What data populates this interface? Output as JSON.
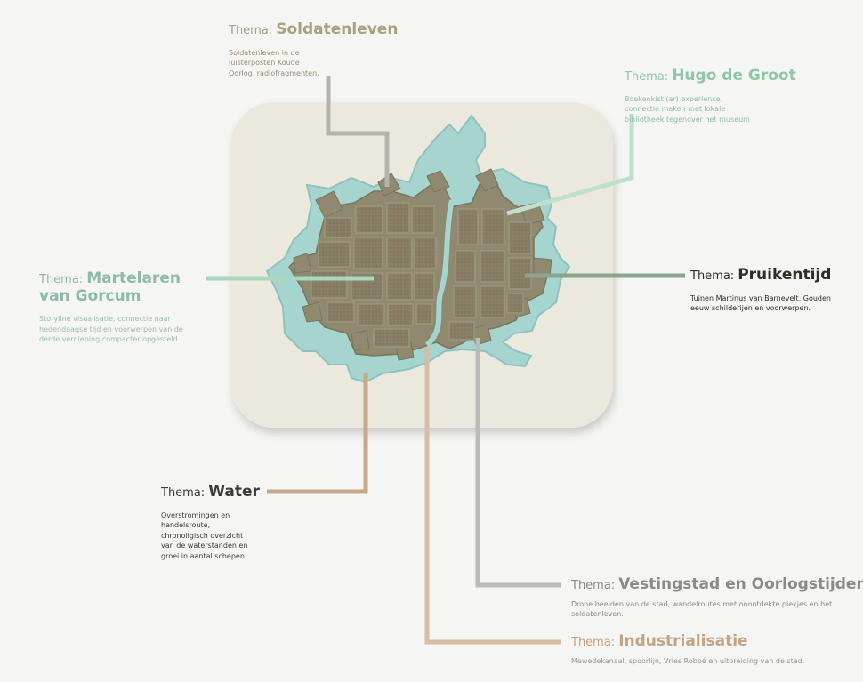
{
  "prefix": "Thema:",
  "themes": {
    "soldatenleven": {
      "name": "Soldatenleven",
      "desc": "Soldatenleven in de luisterposten Koude Oorlog, radiofragmenten.",
      "color": "#a9a07c"
    },
    "hugo": {
      "name": "Hugo de Groot",
      "desc": "Boekenkist (ar) experience, connectie maken met lokale bibliotheek tegenover het museum",
      "color": "#8dc7a6"
    },
    "martelaren": {
      "name": "Martelaren van Gorcum",
      "desc": "Storyline visualisatie, connectie naar hedendaagse tijd en voorwerpen van de derde verdieping compacter opgesteld.",
      "color": "#8ebba8"
    },
    "pruikentijd": {
      "name": "Pruikentijd",
      "desc": "Tuinen Martinus van Barnevelt, Gouden eeuw schilderijen en voorwerpen.",
      "color": "#2f2d24"
    },
    "water": {
      "name": "Water",
      "desc": "Overstromingen en handelsroute, chronoligisch overzicht van de waterstanden en groei in aantal schepen.",
      "color": "#3d3b35"
    },
    "vestingstad": {
      "name": "Vestingstad en Oorlogstijden",
      "desc": "Drone beelden van de stad, wandelroutes met onontdekte plekjes en het soldatenleven.",
      "color": "#8c8a86"
    },
    "industrialisatie": {
      "name": "Industrialisatie",
      "desc": "Mewedekanaal, spoorlijn, Vries Robbé en uitbreiding van de stad.",
      "color": "#c5a385"
    }
  },
  "colors": {
    "background": "#f5f5f3",
    "card": "#ebe8de",
    "water": "#a6d4cf",
    "fortress": "#8a8469",
    "blocks": "#7a7059"
  }
}
